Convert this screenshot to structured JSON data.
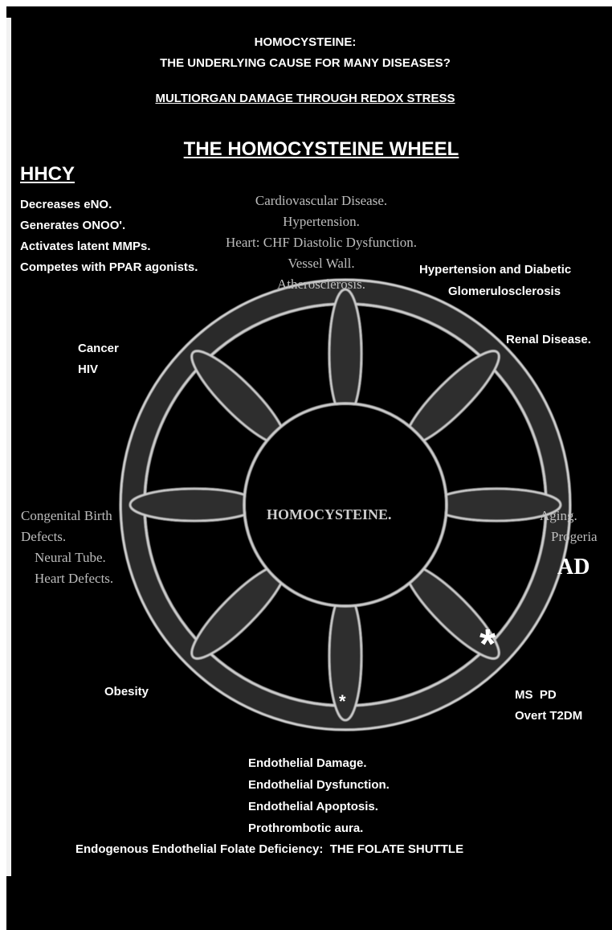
{
  "title": {
    "line1": "HOMOCYSTEINE:",
    "line2": "THE UNDERLYING CAUSE FOR MANY DISEASES?",
    "subtitle": "MULTIORGAN DAMAGE THROUGH REDOX STRESS",
    "heading": "THE HOMOCYSTEINE WHEEL"
  },
  "hhcy": {
    "label": "HHCY",
    "items": [
      "Decreases eNO.",
      "Generates ONOO'.",
      "Activates latent MMPs.",
      "Competes with PPAR agonists."
    ]
  },
  "hub_label": "HOMOCYSTEINE.",
  "cardio": [
    "Cardiovascular Disease.",
    "Hypertension.",
    "Heart:  CHF  Diastolic Dysfunction.",
    "Vessel Wall.",
    "Atherosclerosis."
  ],
  "glomerulo": [
    "Hypertension and Diabetic",
    "Glomerulosclerosis"
  ],
  "renal": "Renal Disease.",
  "cancer": [
    "Cancer",
    "HIV"
  ],
  "congenital": [
    "Congenital Birth",
    "Defects.",
    "Neural Tube.",
    "Heart Defects."
  ],
  "aging": [
    "Aging.",
    "Progeria"
  ],
  "ad": "AD",
  "asterisk_large": "*",
  "asterisk_small": "*",
  "obesity": "Obesity",
  "ms_pd": [
    "MS  PD",
    "Overt T2DM"
  ],
  "endothelial": [
    "Endothelial Damage.",
    "Endothelial Dysfunction.",
    "Endothelial Apoptosis.",
    "Prothrombotic aura."
  ],
  "folate": "Endogenous Endothelial Folate Deficiency:  THE FOLATE SHUTTLE",
  "colors": {
    "background": "#000000",
    "text": "#ffffff",
    "wheel_outline": "#d0d0d0",
    "wheel_fill": "#2e2e2e",
    "serif_text": "#bdbdbd"
  }
}
